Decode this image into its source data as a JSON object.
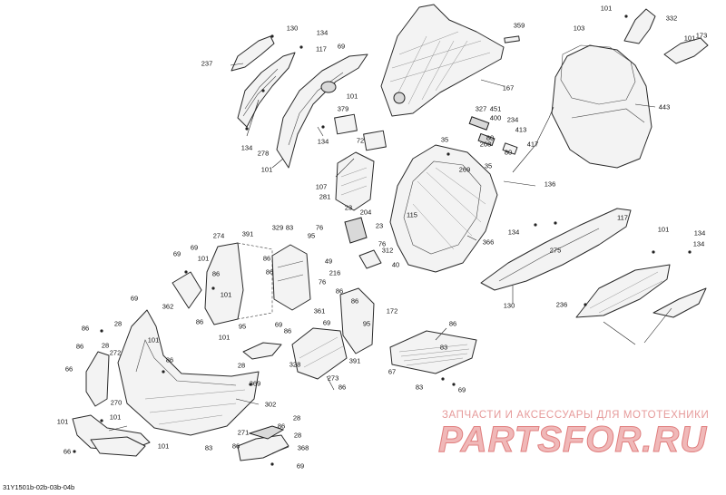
{
  "diagram": {
    "reference": "31Y1501b-02b-03b-04b",
    "callouts": [
      {
        "id": "c1",
        "text": "130"
      },
      {
        "id": "c2",
        "text": "134"
      },
      {
        "id": "c3",
        "text": "69"
      },
      {
        "id": "c4",
        "text": "117"
      },
      {
        "id": "c5",
        "text": "237"
      },
      {
        "id": "c6",
        "text": "101"
      },
      {
        "id": "c7",
        "text": "134"
      },
      {
        "id": "c8",
        "text": "278"
      },
      {
        "id": "c9",
        "text": "101"
      },
      {
        "id": "c10",
        "text": "134"
      },
      {
        "id": "c11",
        "text": "379"
      },
      {
        "id": "c12",
        "text": "72"
      },
      {
        "id": "c13",
        "text": "107"
      },
      {
        "id": "c14",
        "text": "281"
      },
      {
        "id": "c15",
        "text": "359"
      },
      {
        "id": "c16",
        "text": "167"
      },
      {
        "id": "c17",
        "text": "101"
      },
      {
        "id": "c18",
        "text": "332"
      },
      {
        "id": "c19",
        "text": "103"
      },
      {
        "id": "c20",
        "text": "101"
      },
      {
        "id": "c21",
        "text": "173"
      },
      {
        "id": "c22",
        "text": "443"
      },
      {
        "id": "c23",
        "text": "327"
      },
      {
        "id": "c24",
        "text": "451"
      },
      {
        "id": "c25",
        "text": "400"
      },
      {
        "id": "c26",
        "text": "234"
      },
      {
        "id": "c27",
        "text": "80"
      },
      {
        "id": "c28",
        "text": "268"
      },
      {
        "id": "c29",
        "text": "413"
      },
      {
        "id": "c30",
        "text": "80"
      },
      {
        "id": "c31",
        "text": "417"
      },
      {
        "id": "c32",
        "text": "35"
      },
      {
        "id": "c33",
        "text": "269"
      },
      {
        "id": "c34",
        "text": "35"
      },
      {
        "id": "c35",
        "text": "136"
      },
      {
        "id": "c36",
        "text": "23"
      },
      {
        "id": "c37",
        "text": "204"
      },
      {
        "id": "c38",
        "text": "115"
      },
      {
        "id": "c39",
        "text": "23"
      },
      {
        "id": "c40",
        "text": "312"
      },
      {
        "id": "c41",
        "text": "366"
      },
      {
        "id": "c42",
        "text": "76"
      },
      {
        "id": "c43",
        "text": "76"
      },
      {
        "id": "c44",
        "text": "40"
      },
      {
        "id": "c45",
        "text": "216"
      },
      {
        "id": "c46",
        "text": "49"
      },
      {
        "id": "c47",
        "text": "95"
      },
      {
        "id": "c48",
        "text": "329"
      },
      {
        "id": "c49",
        "text": "83"
      },
      {
        "id": "c50",
        "text": "391"
      },
      {
        "id": "c51",
        "text": "274"
      },
      {
        "id": "c52",
        "text": "86"
      },
      {
        "id": "c53",
        "text": "86"
      },
      {
        "id": "c54",
        "text": "69"
      },
      {
        "id": "c55",
        "text": "69"
      },
      {
        "id": "c56",
        "text": "101"
      },
      {
        "id": "c57",
        "text": "86"
      },
      {
        "id": "c58",
        "text": "101"
      },
      {
        "id": "c59",
        "text": "362"
      },
      {
        "id": "c60",
        "text": "69"
      },
      {
        "id": "c61",
        "text": "86"
      },
      {
        "id": "c62",
        "text": "95"
      },
      {
        "id": "c63",
        "text": "76"
      },
      {
        "id": "c64",
        "text": "86"
      },
      {
        "id": "c65",
        "text": "86"
      },
      {
        "id": "c66",
        "text": "95"
      },
      {
        "id": "c67",
        "text": "69"
      },
      {
        "id": "c68",
        "text": "361"
      },
      {
        "id": "c69",
        "text": "69"
      },
      {
        "id": "c70",
        "text": "86"
      },
      {
        "id": "c71",
        "text": "101"
      },
      {
        "id": "c72",
        "text": "86"
      },
      {
        "id": "c73",
        "text": "28"
      },
      {
        "id": "c74",
        "text": "86"
      },
      {
        "id": "c75",
        "text": "28"
      },
      {
        "id": "c76",
        "text": "272"
      },
      {
        "id": "c77",
        "text": "66"
      },
      {
        "id": "c78",
        "text": "101"
      },
      {
        "id": "c79",
        "text": "86"
      },
      {
        "id": "c80",
        "text": "28"
      },
      {
        "id": "c81",
        "text": "369"
      },
      {
        "id": "c82",
        "text": "270"
      },
      {
        "id": "c83",
        "text": "302"
      },
      {
        "id": "c84",
        "text": "101"
      },
      {
        "id": "c85",
        "text": "101"
      },
      {
        "id": "c86",
        "text": "101"
      },
      {
        "id": "c87",
        "text": "66"
      },
      {
        "id": "c88",
        "text": "83"
      },
      {
        "id": "c89",
        "text": "86"
      },
      {
        "id": "c90",
        "text": "271"
      },
      {
        "id": "c91",
        "text": "368"
      },
      {
        "id": "c92",
        "text": "28"
      },
      {
        "id": "c93",
        "text": "86"
      },
      {
        "id": "c94",
        "text": "28"
      },
      {
        "id": "c95",
        "text": "69"
      },
      {
        "id": "c96",
        "text": "328"
      },
      {
        "id": "c97",
        "text": "391"
      },
      {
        "id": "c98",
        "text": "273"
      },
      {
        "id": "c99",
        "text": "86"
      },
      {
        "id": "c100",
        "text": "172"
      },
      {
        "id": "c101",
        "text": "86"
      },
      {
        "id": "c102",
        "text": "83"
      },
      {
        "id": "c103",
        "text": "67"
      },
      {
        "id": "c104",
        "text": "83"
      },
      {
        "id": "c105",
        "text": "69"
      },
      {
        "id": "c106",
        "text": "117"
      },
      {
        "id": "c107",
        "text": "101"
      },
      {
        "id": "c108",
        "text": "134"
      },
      {
        "id": "c109",
        "text": "275"
      },
      {
        "id": "c110",
        "text": "130"
      },
      {
        "id": "c111",
        "text": "134"
      },
      {
        "id": "c112",
        "text": "134"
      },
      {
        "id": "c113",
        "text": "236"
      }
    ]
  },
  "watermark": {
    "tagline": "ЗАПЧАСТИ И АКСЕССУАРЫ ДЛЯ МОТОТЕХНИКИ",
    "brand": "PARTSFOR.RU"
  }
}
